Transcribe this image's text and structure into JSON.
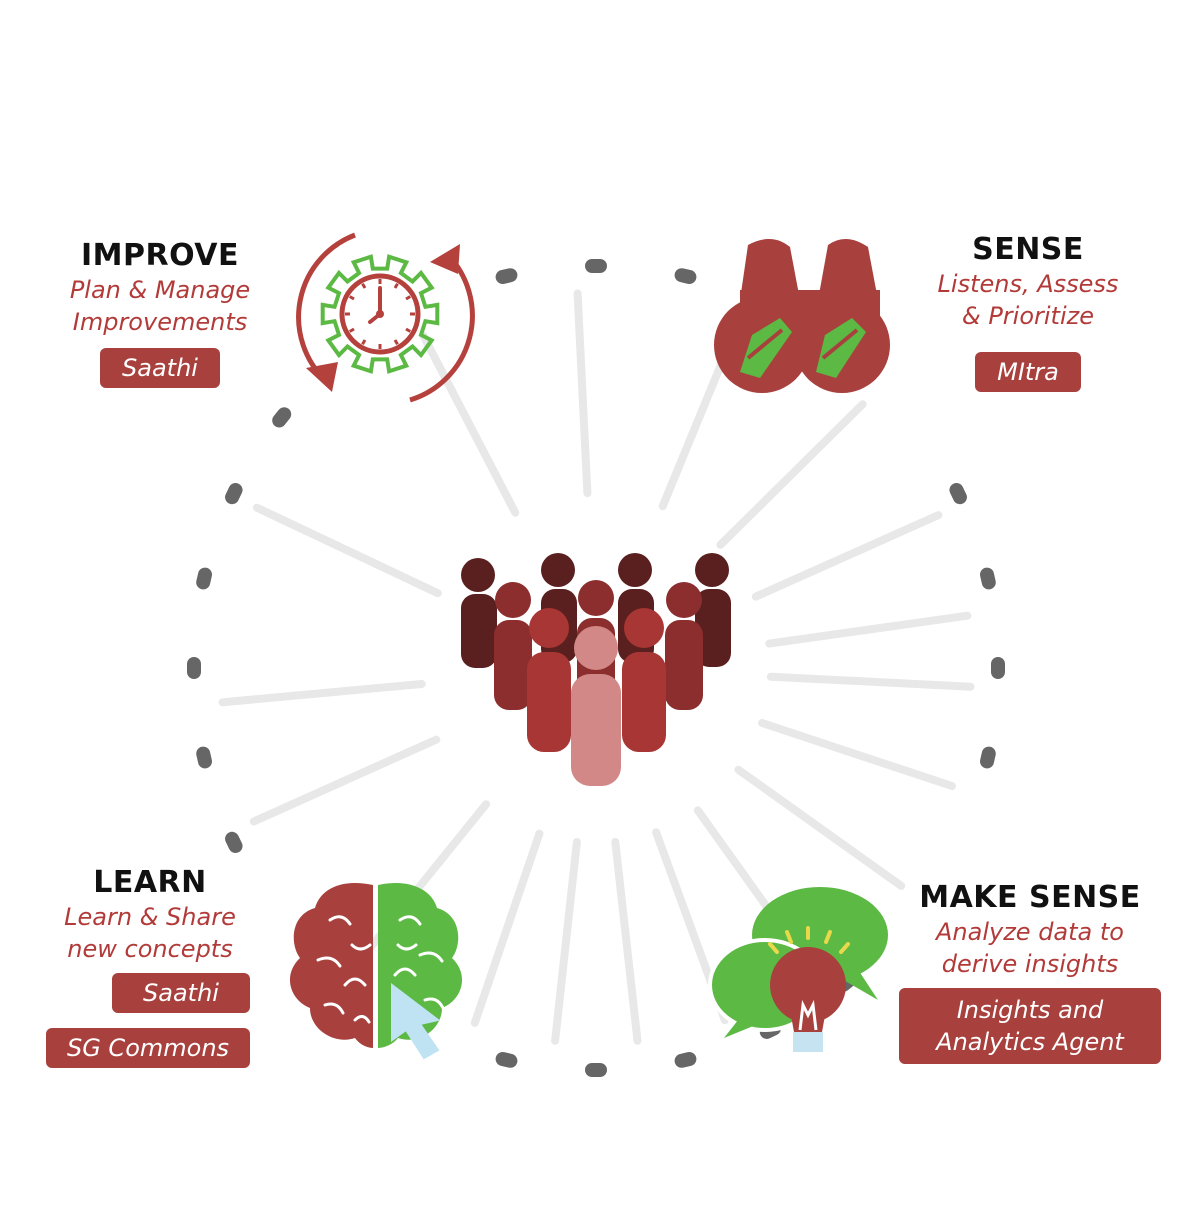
{
  "hub": {
    "center_icon": "people-group-icon"
  },
  "stages": {
    "improve": {
      "title": "IMPROVE",
      "desc_line1": "Plan & Manage",
      "desc_line2": "Improvements",
      "tag": "Saathi",
      "icon": "gear-clock-cycle-icon"
    },
    "sense": {
      "title": "SENSE",
      "desc_line1": "Listens, Assess",
      "desc_line2": "& Prioritize",
      "tag": "MItra",
      "icon": "binoculars-icon"
    },
    "learn": {
      "title": "LEARN",
      "desc_line1": "Learn & Share",
      "desc_line2": "new concepts",
      "tag1": "Saathi",
      "tag2": "SG Commons",
      "icon": "brain-cursor-icon"
    },
    "make_sense": {
      "title": "MAKE SENSE",
      "desc_line1": "Analyze data to",
      "desc_line2": "derive insights",
      "tag_line1": "Insights and",
      "tag_line2": "Analytics Agent",
      "icon": "lightbulb-speech-bubbles-icon"
    }
  },
  "colors": {
    "accent_red": "#a8403d",
    "text_red": "#b23b39",
    "green": "#5cb944",
    "dash_gray": "#666666",
    "ray_gray": "#e8e8e8"
  }
}
